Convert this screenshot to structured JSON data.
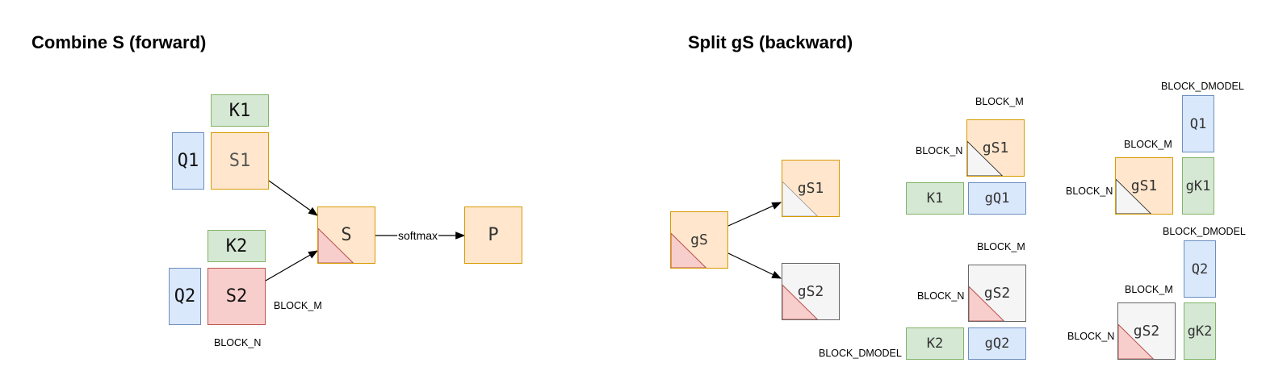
{
  "titles": {
    "forward": "Combine S (forward)",
    "backward": "Split gS (backward)"
  },
  "forward": {
    "k1": "K1",
    "q1": "Q1",
    "s1": "S1",
    "k2": "K2",
    "q2": "Q2",
    "s2": "S2",
    "s": "S",
    "p": "P",
    "softmax": "softmax",
    "block_m": "BLOCK_M",
    "block_n": "BLOCK_N"
  },
  "backward": {
    "gs": "gS",
    "gs1": "gS1",
    "gs2": "gS2",
    "mid_top": {
      "gs1": "gS1",
      "k1": "K1",
      "gq1": "gQ1",
      "block_m": "BLOCK_M",
      "block_n": "BLOCK_N"
    },
    "mid_bottom": {
      "gs2": "gS2",
      "k2": "K2",
      "gq2": "gQ2",
      "block_m": "BLOCK_M",
      "block_n": "BLOCK_N",
      "block_dmodel": "BLOCK_DMODEL"
    },
    "right_top": {
      "gs1": "gS1",
      "q1": "Q1",
      "gk1": "gK1",
      "block_dmodel": "BLOCK_DMODEL",
      "block_m": "BLOCK_M",
      "block_n": "BLOCK_N"
    },
    "right_bottom": {
      "gs2": "gS2",
      "q2": "Q2",
      "gk2": "gK2",
      "block_dmodel": "BLOCK_DMODEL",
      "block_m": "BLOCK_M",
      "block_n": "BLOCK_N"
    }
  },
  "colors": {
    "orange_fill": "#ffe6cc",
    "orange_stroke": "#d79b00",
    "green_fill": "#d5e8d4",
    "blue_fill": "#dae8fc",
    "red_fill": "#f8cecc",
    "red_stroke": "#b85450",
    "grey_fill": "#f5f5f5"
  }
}
